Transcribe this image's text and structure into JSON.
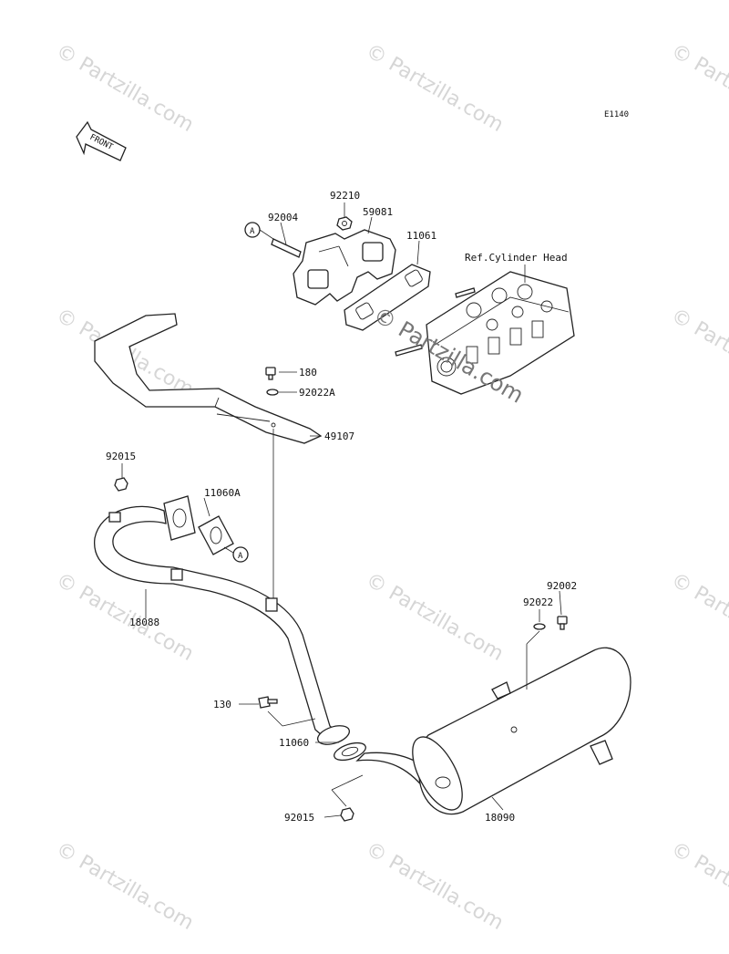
{
  "diagram_code": "E1140",
  "front_arrow_text": "FRONT",
  "ref_label": "Ref.Cylinder Head",
  "callout_letter": "A",
  "watermark_text": "© Partzilla.com",
  "parts": [
    {
      "id": "p-92210",
      "label": "92210"
    },
    {
      "id": "p-92004",
      "label": "92004"
    },
    {
      "id": "p-59081",
      "label": "59081"
    },
    {
      "id": "p-11061",
      "label": "11061"
    },
    {
      "id": "p-180",
      "label": "180"
    },
    {
      "id": "p-92022A",
      "label": "92022A"
    },
    {
      "id": "p-49107",
      "label": "49107"
    },
    {
      "id": "p-92015-top",
      "label": "92015"
    },
    {
      "id": "p-11060A",
      "label": "11060A"
    },
    {
      "id": "p-18088",
      "label": "18088"
    },
    {
      "id": "p-92002",
      "label": "92002"
    },
    {
      "id": "p-92022",
      "label": "92022"
    },
    {
      "id": "p-130",
      "label": "130"
    },
    {
      "id": "p-11060",
      "label": "11060"
    },
    {
      "id": "p-92015-bot",
      "label": "92015"
    },
    {
      "id": "p-18090",
      "label": "18090"
    }
  ]
}
